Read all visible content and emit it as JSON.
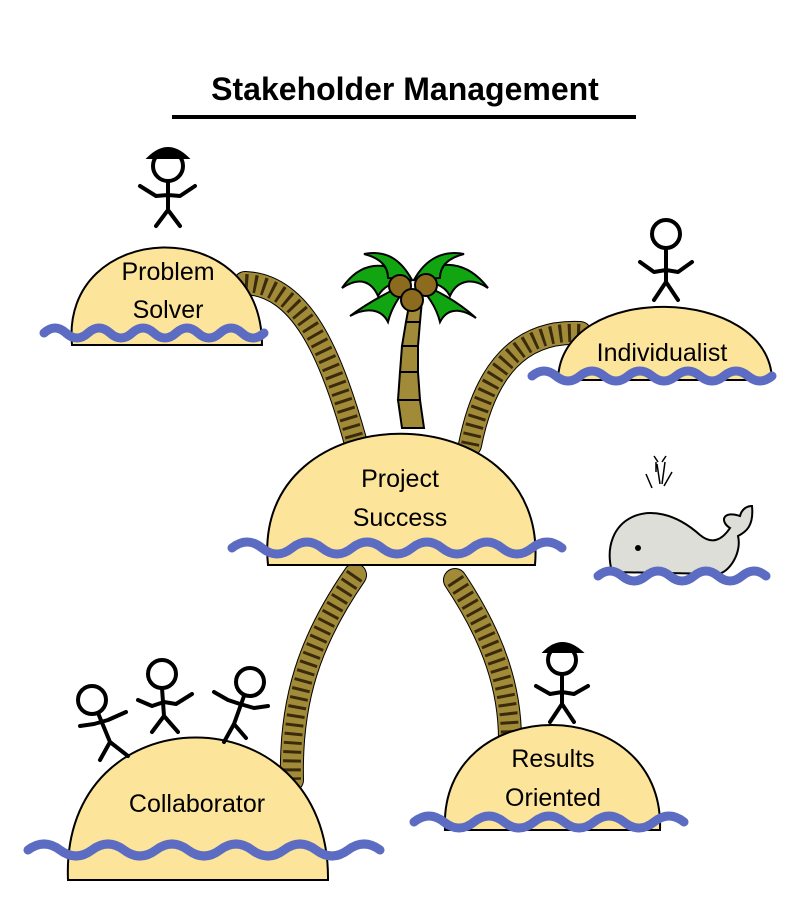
{
  "title": "Stakeholder Management",
  "islands": {
    "problem_solver": [
      "Problem",
      "Solver"
    ],
    "individualist": "Individualist",
    "project_success": [
      "Project",
      "Success"
    ],
    "collaborator": "Collaborator",
    "results_oriented": [
      "Results",
      "Oriented"
    ]
  },
  "colors": {
    "island": "#FCE49A",
    "water": "#5B6CC2",
    "bridge": "#A18B38",
    "bridge_stripe": "#3A2A0C",
    "palm_leaves": "#12A512",
    "coconut": "#8C6A1E",
    "whale": "#DEDED8",
    "outline": "#000000"
  }
}
